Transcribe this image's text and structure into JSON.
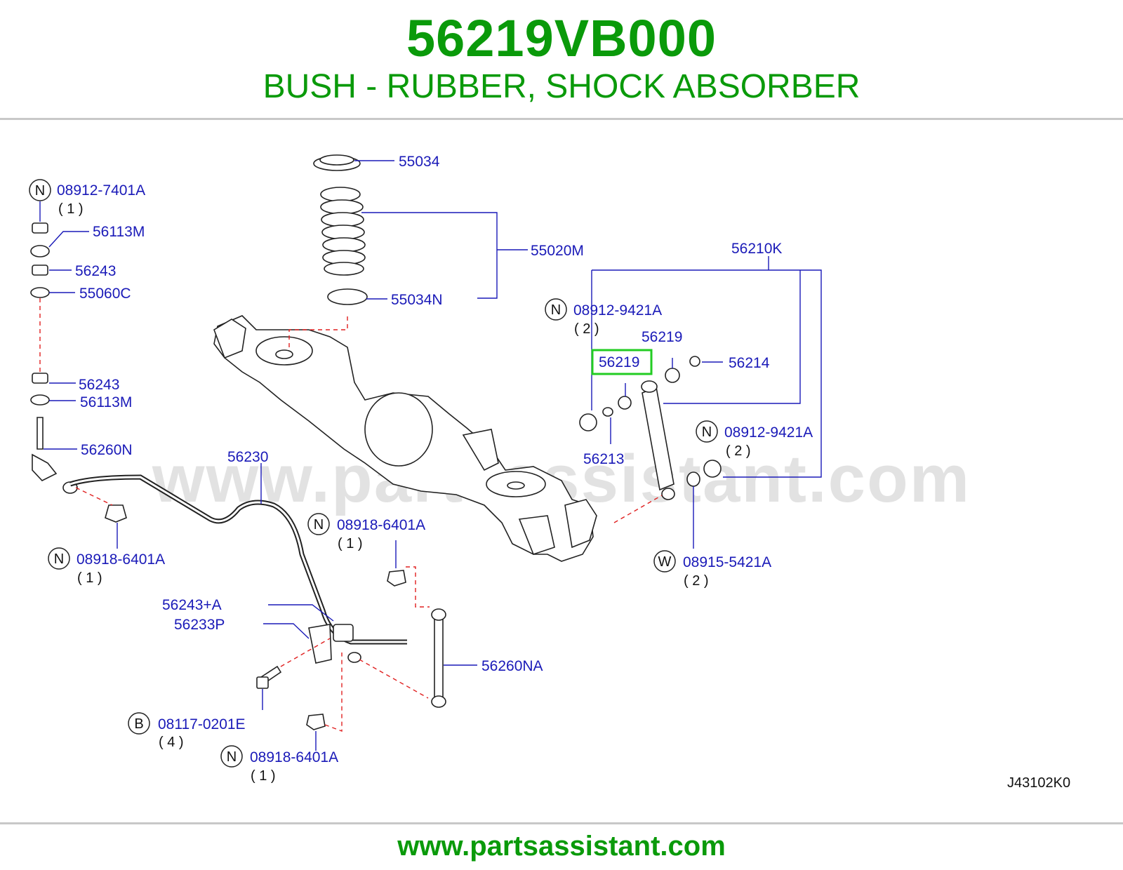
{
  "header": {
    "part_number": "56219VB000",
    "description": "BUSH - RUBBER, SHOCK ABSORBER"
  },
  "footer": {
    "url": "www.partsassistant.com"
  },
  "watermark": "www.partsassistant.com",
  "diagram_ref": "J43102K0",
  "colors": {
    "title": "#0a9a0a",
    "labels": "#1a1ab8",
    "highlight": "#22cc22",
    "dashed_links": "#e02020"
  },
  "labels": {
    "p55034": "55034",
    "p08912_7401A": "08912-7401A",
    "p56113M_a": "56113M",
    "p55020M": "55020M",
    "p56243_a": "56243",
    "p55060C": "55060C",
    "p55034N": "55034N",
    "p56210K": "56210K",
    "p08912_9421A_a": "08912-9421A",
    "p56219_a": "56219",
    "p56219_hl": "56219",
    "p56214": "56214",
    "p56243_b": "56243",
    "p56113M_b": "56113M",
    "p56260N": "56260N",
    "p56213": "56213",
    "p08912_9421A_b": "08912-9421A",
    "p56230": "56230",
    "p08918_6401A_a": "08918-6401A",
    "p08918_6401A_b": "08918-6401A",
    "p08915_5421A": "08915-5421A",
    "p56243A": "56243+A",
    "p56233P": "56233P",
    "p56260NA": "56260NA",
    "p08117_0201E": "08117-0201E",
    "p08918_6401A_c": "08918-6401A"
  },
  "quantities": {
    "q_7401A": "( 1 )",
    "q_9421A_a": "( 2 )",
    "q_9421A_b": "( 2 )",
    "q_6401A_a": "( 1 )",
    "q_6401A_b": "( 1 )",
    "q_5421A": "( 2 )",
    "q_0201E": "( 4 )",
    "q_6401A_c": "( 1 )"
  },
  "callout_letters": {
    "n": "N",
    "w": "W",
    "b": "B"
  }
}
